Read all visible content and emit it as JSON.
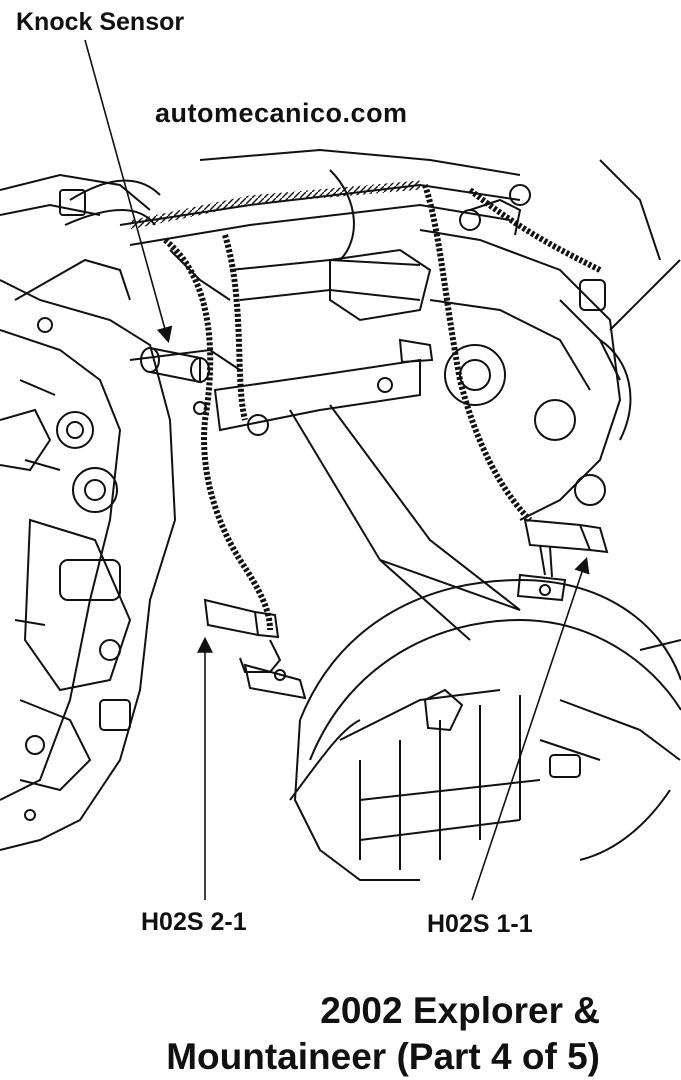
{
  "labels": {
    "knock_sensor": "Knock Sensor",
    "watermark": "automecanico.com",
    "ho2s_2_1": "H02S 2-1",
    "ho2s_1_1": "H02S 1-1"
  },
  "caption": {
    "line1": "2002 Explorer &",
    "line2": "Mountaineer (Part 4 of 5)"
  },
  "colors": {
    "ink": "#111111",
    "paper": "#ffffff"
  }
}
